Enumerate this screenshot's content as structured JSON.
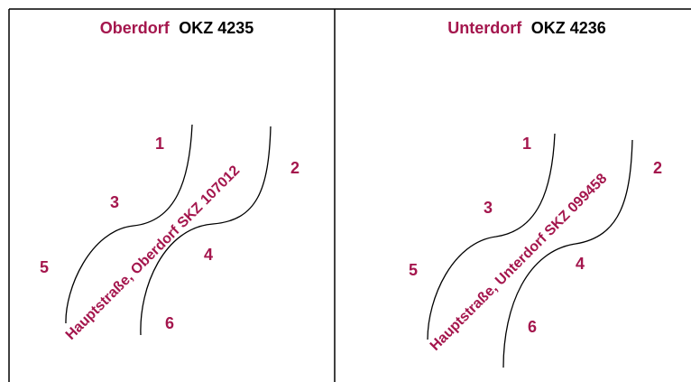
{
  "colors": {
    "accent": "#a4164d",
    "text": "#000000",
    "line": "#000000",
    "background": "#ffffff"
  },
  "panels": [
    {
      "village": "Oberdorf",
      "code": "OKZ 4235",
      "street": "Hauptstraße, Oberdorf SKZ 107012",
      "plots": [
        "1",
        "2",
        "3",
        "4",
        "5",
        "6"
      ]
    },
    {
      "village": "Unterdorf",
      "code": "OKZ 4236",
      "street": "Hauptstraße, Unterdorf SKZ 099458",
      "plots": [
        "1",
        "2",
        "3",
        "4",
        "5",
        "6"
      ]
    }
  ]
}
